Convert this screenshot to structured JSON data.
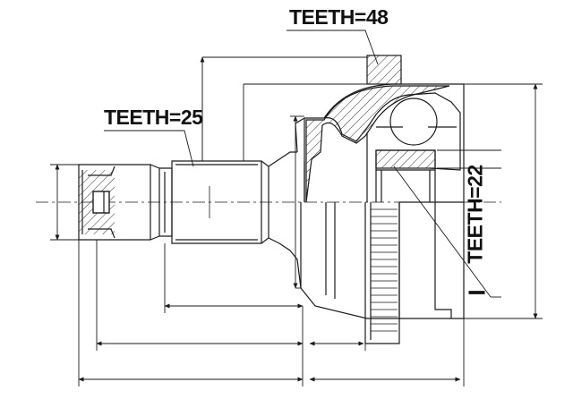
{
  "callouts": {
    "outer_race_teeth": "TEETH=48",
    "shaft_spline_teeth": "TEETH=25",
    "inner_spline_teeth": "TEETH=22",
    "dash_mark": "I"
  },
  "colors": {
    "line": "#1a1a1a",
    "hatch": "#333333",
    "background": "#ffffff"
  }
}
